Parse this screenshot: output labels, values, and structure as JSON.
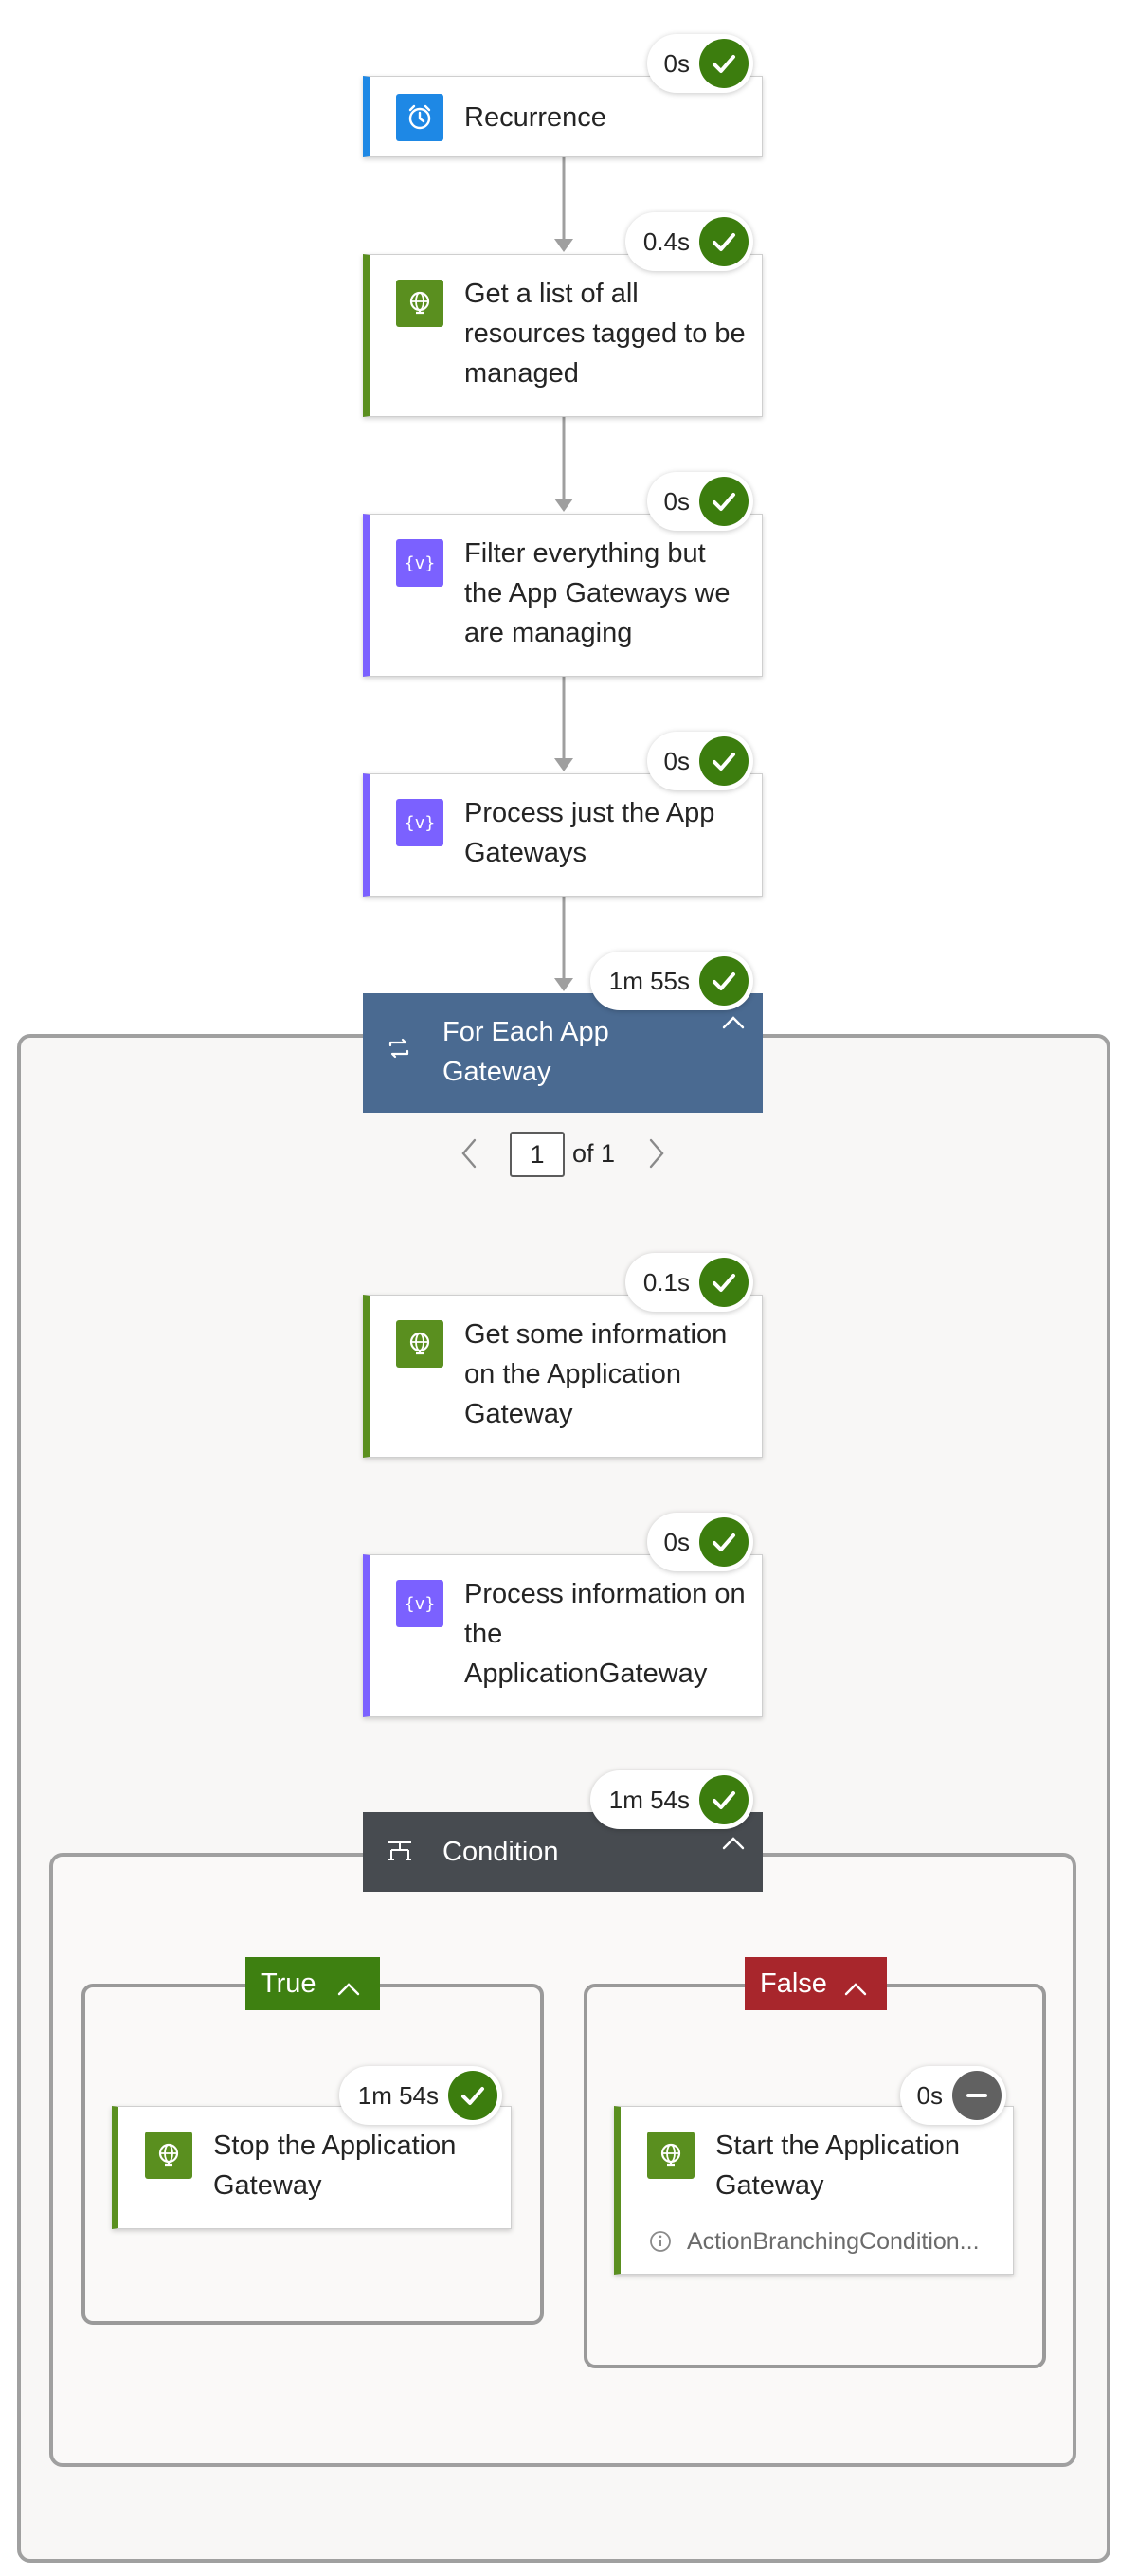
{
  "steps": {
    "recurrence": {
      "title": "Recurrence",
      "duration": "0s"
    },
    "get_list": {
      "title": "Get a list of all resources tagged to be managed",
      "duration": "0.4s"
    },
    "filter": {
      "title": "Filter everything but the App Gateways we are managing",
      "duration": "0s"
    },
    "process_gateways": {
      "title": "Process just the App Gateways",
      "duration": "0s"
    },
    "for_each": {
      "title": "For Each App Gateway",
      "duration": "1m 55s"
    },
    "get_info": {
      "title": "Get some information on the Application Gateway",
      "duration": "0.1s"
    },
    "process_info": {
      "title": "Process information on the ApplicationGateway",
      "duration": "0s"
    },
    "condition": {
      "title": "Condition",
      "duration": "1m 54s"
    },
    "stop_gateway": {
      "title": "Stop the Application Gateway",
      "duration": "1m 54s"
    },
    "start_gateway": {
      "title": "Start the Application Gateway",
      "duration": "0s",
      "note": "ActionBranchingCondition..."
    }
  },
  "pager": {
    "current": "1",
    "of_label": "of 1"
  },
  "branches": {
    "true_label": "True",
    "false_label": "False"
  },
  "colors": {
    "success": "#3c7d0e",
    "skipped": "#616161",
    "trigger_blue": "#1e88e5",
    "data_purple": "#7b61ff",
    "http_green": "#5a8f1f",
    "foreach_header": "#4a6a91",
    "condition_header": "#474b50",
    "true_green": "#3e8011",
    "false_red": "#a8262c"
  },
  "icons": {
    "recurrence": "alarm-clock-icon",
    "http": "globe-icon",
    "compose": "braces-variable-icon",
    "foreach": "loop-icon",
    "condition": "condition-branch-icon",
    "status_ok": "checkmark-icon",
    "status_skipped": "minus-icon",
    "info": "info-icon"
  }
}
